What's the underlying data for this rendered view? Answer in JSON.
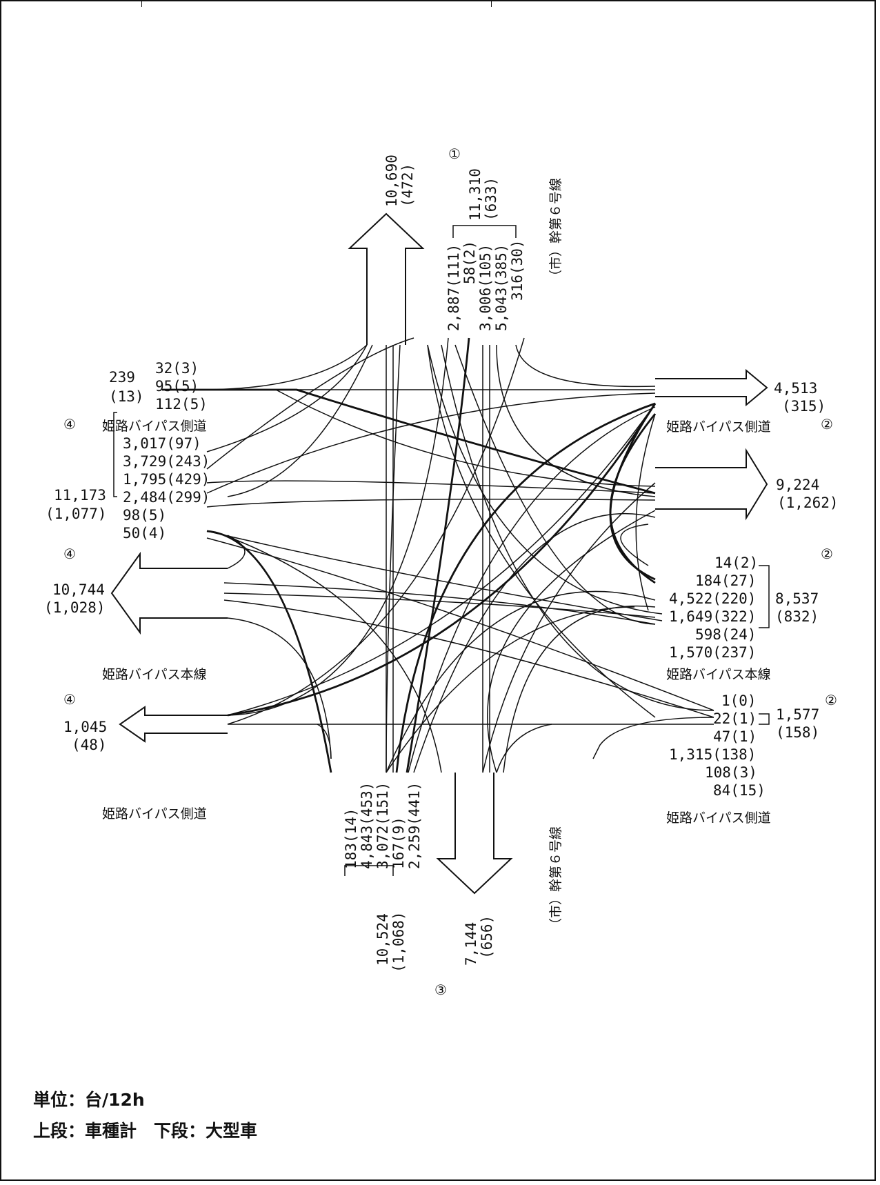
{
  "unit": "単位：台/12h",
  "legend": "上段：車種計　下段：大型車",
  "road_names": {
    "city_road_north": "（市）幹第６号線",
    "city_road_south": "（市）幹第６号線",
    "side_road_nw": "姫路バイパス側道",
    "side_road_ne": "姫路バイパス側道",
    "main_w": "姫路バイパス本線",
    "main_e": "姫路バイパス本線",
    "side_road_sw": "姫路バイパス側道",
    "side_road_se": "姫路バイパス側道"
  },
  "approach_markers": {
    "north": "①",
    "east_a": "②",
    "east_b": "②",
    "east_c": "②",
    "south": "③",
    "west_a": "④",
    "west_b": "④",
    "west_c": "④"
  },
  "north": {
    "out_total": "10,690",
    "out_large": "(472)",
    "in_total": "11,310",
    "in_large": "(633)",
    "movements": [
      "2,887(111)",
      "58(2)",
      "3,006(105)",
      "5,043(385)",
      "316(30)"
    ]
  },
  "south": {
    "in_total": "10,524",
    "in_large": "(1,068)",
    "out_total": "7,144",
    "out_large": "(656)",
    "movements": [
      "183(14)",
      "4,843(453)",
      "3,072(151)",
      "167(9)",
      "2,259(441)"
    ]
  },
  "west_side": {
    "in_total": "239",
    "in_large": "(13)",
    "movements": [
      "32(3)",
      "95(5)",
      "112(5)"
    ]
  },
  "west_main": {
    "in_total": "11,173",
    "in_large": "(1,077)",
    "movements": [
      "3,017(97)",
      "3,729(243)",
      "1,795(429)",
      "2,484(299)",
      "98(5)",
      "50(4)"
    ],
    "out_total": "10,744",
    "out_large": "(1,028)"
  },
  "west_side_out": {
    "out_total": "1,045",
    "out_large": "(48)"
  },
  "east_side_out": {
    "out_total": "4,513",
    "out_large": "(315)"
  },
  "east_main_out": {
    "out_total": "9,224",
    "out_large": "(1,262)"
  },
  "east_main": {
    "in_total": "8,537",
    "in_large": "(832)",
    "movements": [
      "14(2)",
      "184(27)",
      "4,522(220)",
      "1,649(322)",
      "598(24)",
      "1,570(237)"
    ]
  },
  "east_side": {
    "in_total": "1,577",
    "in_large": "(158)",
    "movements": [
      "1(0)",
      "22(1)",
      "47(1)",
      "1,315(138)",
      "108(3)",
      "84(15)"
    ]
  }
}
